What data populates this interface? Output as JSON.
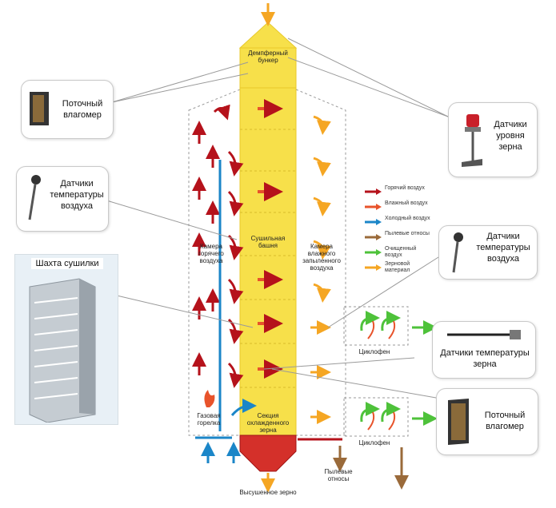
{
  "labels": {
    "bunker": "Демпферный бункер",
    "flow_moisture_top": "Поточный влагомер",
    "level_sensors": "Датчики уровня зерна",
    "air_temp_left": "Датчики температуры воздуха",
    "air_temp_right": "Датчики температуры воздуха",
    "shaft": "Шахта сушилки",
    "hot_chamber": "Камера горячего воздуха",
    "drying_tower": "Сушильная башня",
    "wet_chamber": "Камера влажного запыленного воздуха",
    "cyclone_top": "Циклофен",
    "cyclone_bottom": "Циклофен",
    "grain_temp": "Датчики температуры зерна",
    "flow_moisture_bottom": "Поточный влагомер",
    "gas_burner": "Газовая горелка",
    "cooling_section": "Секция охлажденного зерна",
    "dust_out": "Пылевые относы",
    "dried_grain": "Высушенное зерно"
  },
  "legend": [
    {
      "label": "Горячий воздух",
      "color": "#b5121b"
    },
    {
      "label": "Влажный воздух",
      "color": "#e8532b"
    },
    {
      "label": "Холодный воздух",
      "color": "#1b86c8"
    },
    {
      "label": "Пылевые относы",
      "color": "#9a6a3a"
    },
    {
      "label": "Очищенный воздух",
      "color": "#4ec23a"
    },
    {
      "label": "Зерновой материал",
      "color": "#f5a623"
    }
  ],
  "colors": {
    "tower": "#f7e04a",
    "tower_edge": "#e8c92a"
  }
}
